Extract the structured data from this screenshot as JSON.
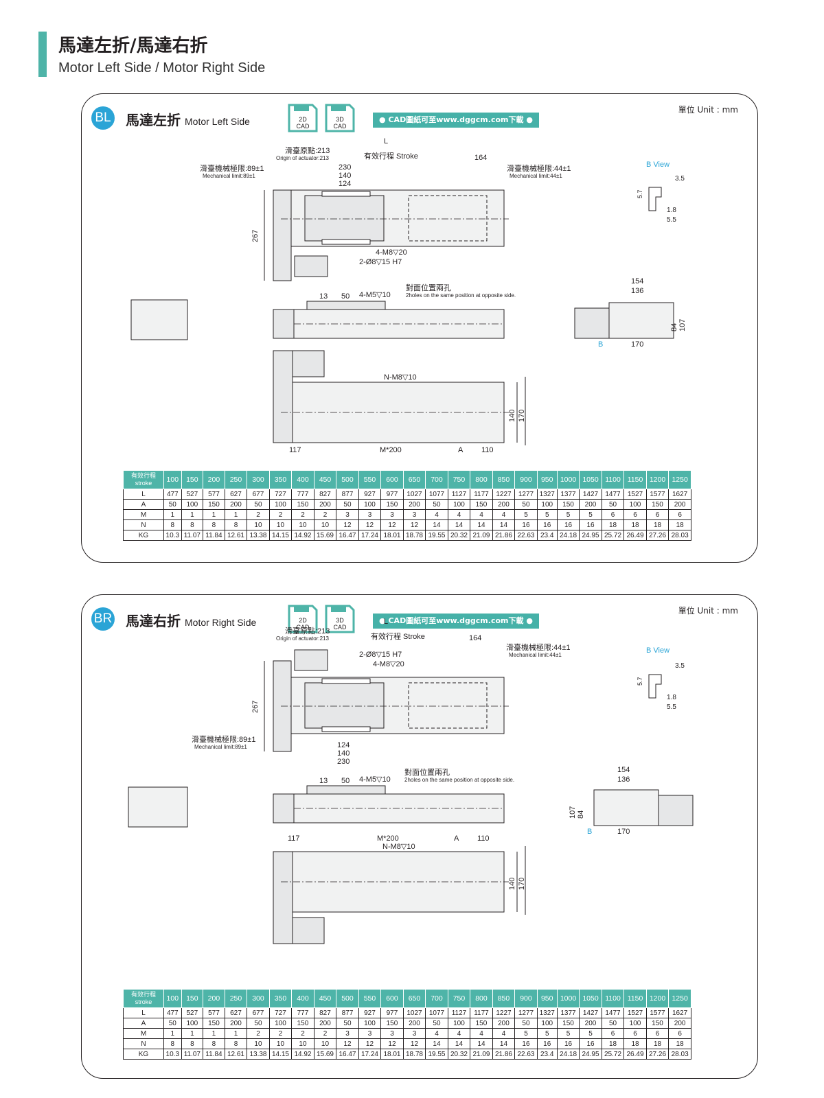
{
  "header": {
    "title_zh": "馬達左折/馬達右折",
    "title_en": "Motor Left Side / Motor Right Side"
  },
  "colors": {
    "accent": "#4eb4a8",
    "badge": "#2aa4d6",
    "line": "#231f20",
    "body_fill": "#e6e7e8"
  },
  "common": {
    "unit": "單位 Unit : mm",
    "cad_2d": [
      "2D",
      "CAD"
    ],
    "cad_3d": [
      "3D",
      "CAD"
    ],
    "cad_banner": "CAD圖紙可至www.dggcm.com下載",
    "b_view_title": "B  View",
    "dims": {
      "L": "L",
      "origin_zh": "滑臺原點:213",
      "origin_en": "Origin of actuator:213",
      "stroke": "有效行程  Stroke",
      "d164": "164",
      "mech44_zh": "滑臺機械極限:44±1",
      "mech44_en": "Mechanical limit:44±1",
      "mech89_zh": "滑臺機械極限:89±1",
      "mech89_en": "Mechanical limit:89±1",
      "d230": "230",
      "d140": "140",
      "d124": "124",
      "d267": "267",
      "tap_4m8": "4-M8▽20",
      "pin_2d8": "2-Ø8▽15 H7",
      "d13": "13",
      "d50": "50",
      "tap_4m5": "4-M5▽10",
      "opp_zh": "對面位置兩孔",
      "opp_en": "2holes on the same position at opposite side.",
      "nm8": "N-M8▽10",
      "d117": "117",
      "m200": "M*200",
      "a": "A",
      "d110": "110",
      "d140b": "140",
      "d170": "170",
      "d154": "154",
      "d136": "136",
      "d84": "84",
      "d107": "107",
      "d170b": "170",
      "b": "B",
      "bv57": "5.7",
      "bv35": "3.5",
      "bv18": "1.8",
      "bv55": "5.5"
    }
  },
  "panels": [
    {
      "badge": "BL",
      "title_zh": "馬達左折",
      "title_en": "Motor Left Side"
    },
    {
      "badge": "BR",
      "title_zh": "馬達右折",
      "title_en": "Motor Right Side"
    }
  ],
  "table": {
    "header_zh": "有效行程",
    "header_en": "stroke",
    "strokes": [
      "100",
      "150",
      "200",
      "250",
      "300",
      "350",
      "400",
      "450",
      "500",
      "550",
      "600",
      "650",
      "700",
      "750",
      "800",
      "850",
      "900",
      "950",
      "1000",
      "1050",
      "1100",
      "1150",
      "1200",
      "1250"
    ],
    "rows": [
      {
        "label": "L",
        "values": [
          "477",
          "527",
          "577",
          "627",
          "677",
          "727",
          "777",
          "827",
          "877",
          "927",
          "977",
          "1027",
          "1077",
          "1127",
          "1177",
          "1227",
          "1277",
          "1327",
          "1377",
          "1427",
          "1477",
          "1527",
          "1577",
          "1627"
        ]
      },
      {
        "label": "A",
        "values": [
          "50",
          "100",
          "150",
          "200",
          "50",
          "100",
          "150",
          "200",
          "50",
          "100",
          "150",
          "200",
          "50",
          "100",
          "150",
          "200",
          "50",
          "100",
          "150",
          "200",
          "50",
          "100",
          "150",
          "200"
        ]
      },
      {
        "label": "M",
        "values": [
          "1",
          "1",
          "1",
          "1",
          "2",
          "2",
          "2",
          "2",
          "3",
          "3",
          "3",
          "3",
          "4",
          "4",
          "4",
          "4",
          "5",
          "5",
          "5",
          "5",
          "6",
          "6",
          "6",
          "6"
        ]
      },
      {
        "label": "N",
        "values": [
          "8",
          "8",
          "8",
          "8",
          "10",
          "10",
          "10",
          "10",
          "12",
          "12",
          "12",
          "12",
          "14",
          "14",
          "14",
          "14",
          "16",
          "16",
          "16",
          "16",
          "18",
          "18",
          "18",
          "18"
        ]
      },
      {
        "label": "KG",
        "values": [
          "10.3",
          "11.07",
          "11.84",
          "12.61",
          "13.38",
          "14.15",
          "14.92",
          "15.69",
          "16.47",
          "17.24",
          "18.01",
          "18.78",
          "19.55",
          "20.32",
          "21.09",
          "21.86",
          "22.63",
          "23.4",
          "24.18",
          "24.95",
          "25.72",
          "26.49",
          "27.26",
          "28.03"
        ]
      }
    ]
  }
}
